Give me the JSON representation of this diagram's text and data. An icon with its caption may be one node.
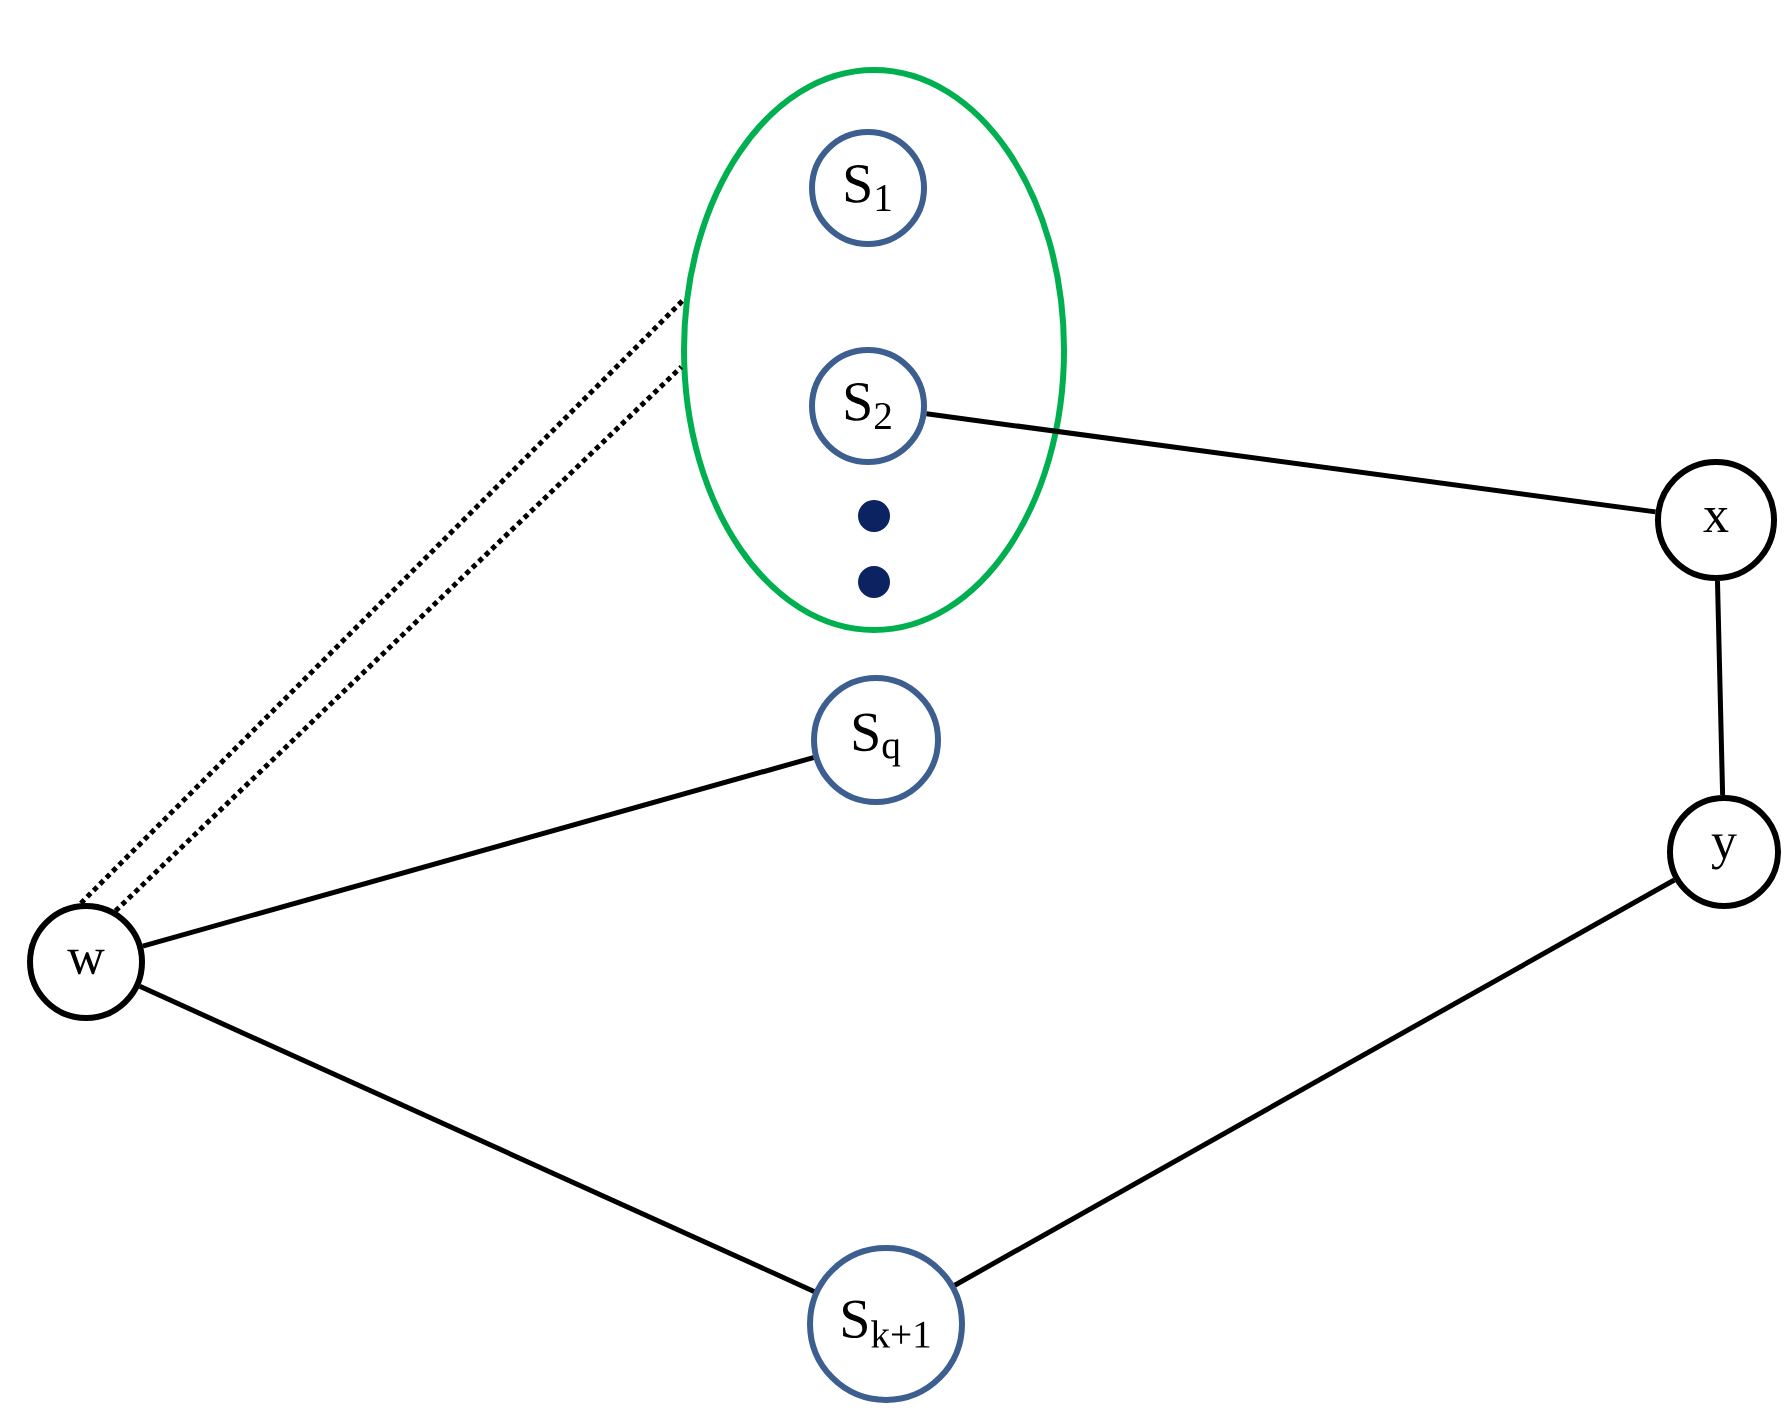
{
  "diagram": {
    "nodes": [
      {
        "text": [],
        "shape": "ellipse"
      },
      {
        "text": [
          "S$_{1}$"
        ],
        "in": 0
      },
      {
        "text": [
          "S$_{2}$"
        ],
        "in": 0
      },
      {
        "text": [
          "S$_{q}$"
        ]
      },
      {
        "text": [
          "w"
        ]
      },
      {
        "text": [
          "x"
        ]
      },
      {
        "text": [
          "y"
        ]
      },
      {
        "text": [
          "S$_{k+1}$"
        ]
      }
    ],
    "edges": [
      {
        "from": 4,
        "to": 0,
        "arrow": "none",
        "style": "dashed"
      },
      {
        "from": 4,
        "to": 0,
        "arrow": "none",
        "style": "dashed"
      },
      {
        "from": 4,
        "to": 3,
        "arrow": "none"
      },
      {
        "from": 2,
        "to": 5,
        "arrow": "none"
      },
      {
        "from": 5,
        "to": 6,
        "arrow": "none"
      },
      {
        "from": 6,
        "to": 7,
        "arrow": "none"
      },
      {
        "from": 4,
        "to": 7,
        "arrow": "none"
      }
    ]
  }
}
